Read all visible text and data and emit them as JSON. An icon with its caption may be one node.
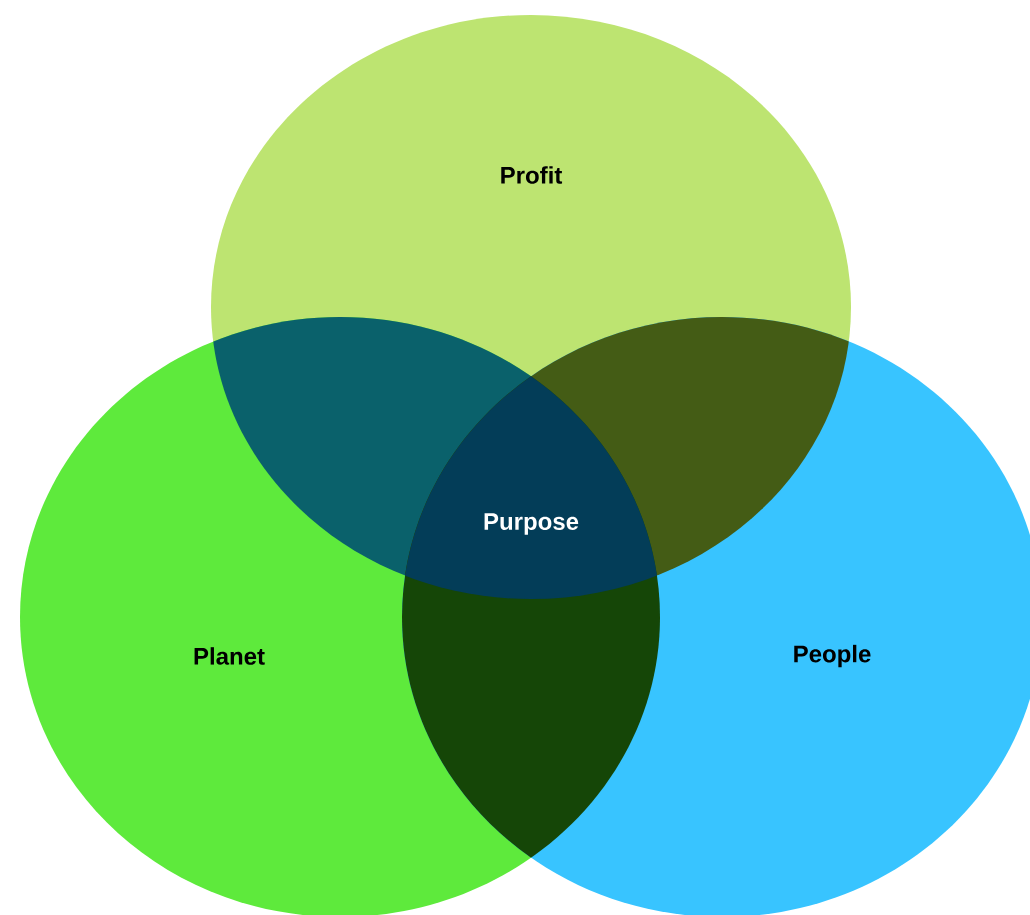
{
  "diagram": {
    "nodes": [
      {
        "text": [
          "Profit"
        ]
      },
      {
        "text": [
          "Planet"
        ]
      },
      {
        "text": [
          "People"
        ]
      },
      {
        "text": [
          "Purpose"
        ]
      }
    ]
  }
}
